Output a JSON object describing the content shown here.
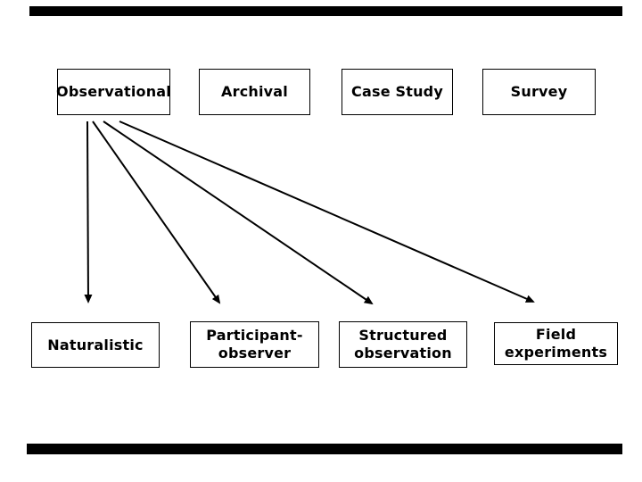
{
  "slide": {
    "background_color": "#ffffff",
    "accent_bar_color": "#000000",
    "text_color": "#000000",
    "top_row_boxes": [
      {
        "label": "Observational"
      },
      {
        "label": "Archival"
      },
      {
        "label": "Case Study"
      },
      {
        "label": "Survey"
      }
    ],
    "bottom_row_boxes": [
      {
        "lines": [
          "Naturalistic"
        ]
      },
      {
        "lines": [
          "Participant-",
          "observer"
        ]
      },
      {
        "lines": [
          "Structured",
          "observation"
        ]
      },
      {
        "lines": [
          "Field",
          "experiments"
        ]
      }
    ],
    "arrows": [
      {
        "from": "Observational",
        "to": "Naturalistic"
      },
      {
        "from": "Observational",
        "to": "Participant-observer"
      },
      {
        "from": "Observational",
        "to": "Structured observation"
      },
      {
        "from": "Observational",
        "to": "Field experiments"
      }
    ]
  }
}
